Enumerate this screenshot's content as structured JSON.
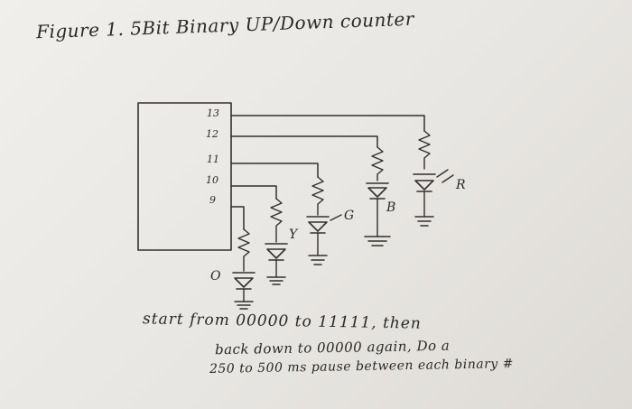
{
  "title": "Figure 1. 5Bit Binary UP/Down counter",
  "pins": [
    "13",
    "12",
    "11",
    "10",
    "9"
  ],
  "led_labels": {
    "r": "R",
    "b": "B",
    "g": "G",
    "y": "Y",
    "o": "O"
  },
  "notes": {
    "line1": "start from 00000 to 11111, then",
    "line2": "back down to 00000 again, Do a",
    "line3": "250 to 500 ms pause between each binary #"
  },
  "colors": {
    "paper": "#ece9e5",
    "ink": "#33302c"
  }
}
